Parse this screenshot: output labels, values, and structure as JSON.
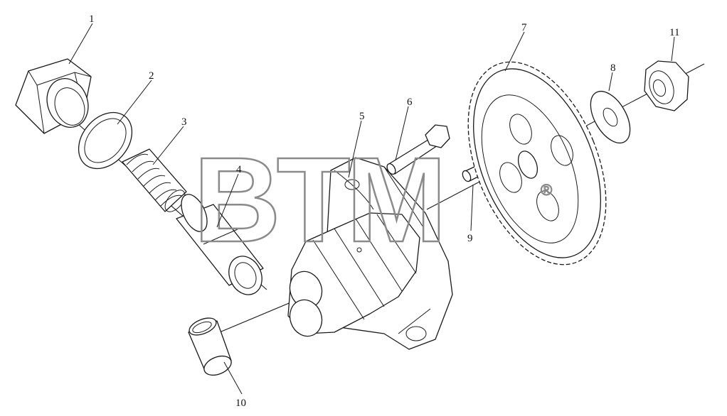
{
  "watermark": {
    "text": "BTM",
    "mark": "®"
  },
  "callouts": {
    "c1": "1",
    "c2": "2",
    "c3": "3",
    "c4": "4",
    "c5": "5",
    "c6": "6",
    "c7": "7",
    "c8": "8",
    "c9": "9",
    "c10": "10",
    "c11": "11"
  },
  "colors": {
    "line": "#1a1a1a",
    "watermark": "#8a8a8a",
    "background": "#ffffff"
  }
}
